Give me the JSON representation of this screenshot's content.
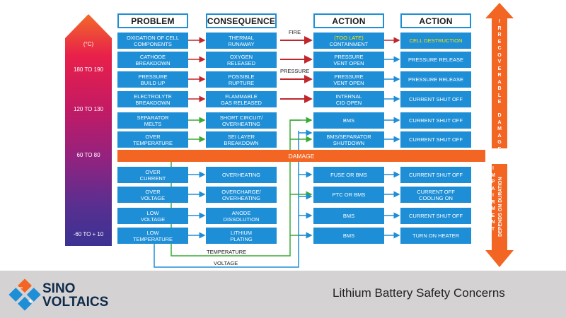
{
  "headers": [
    "PROBLEM",
    "CONSEQUENCE",
    "ACTION",
    "ACTION"
  ],
  "temperature": {
    "unit": "(°C)",
    "ranges": [
      "180 TO 190",
      "120 TO 130",
      "60 TO 80",
      "-60 TO + 10"
    ]
  },
  "rows": [
    {
      "problem": "OXIDATION OF CELL\nCOMPONENTS",
      "consequence": "THERMAL\nRUNAWAY",
      "action1_note": "(TOO LATE)",
      "action1": "CONTAINMENT",
      "action2": "CELL DESTRUCTION"
    },
    {
      "problem": "CATHODE\nBREAKDOWN",
      "consequence": "OXYGEN\nRELEASED",
      "action1": "PRESSURE\nVENT OPEN",
      "action2": "PRESSURE RELEASE"
    },
    {
      "problem": "PRESSURE\nBUILD UP",
      "consequence": "POSSIBLE\nRUPTURE",
      "action1": "PRESSURE\nVENT OPEN",
      "action2": "PRESSURE RELEASE"
    },
    {
      "problem": "ELECTROLYTE\nBREAKDOWN",
      "consequence": "FLAMMABLE\nGAS RELEASED",
      "action1": "INTERNAL\nCID OPEN",
      "action2": "CURRENT SHUT OFF"
    },
    {
      "problem": "SEPARATOR\nMELTS",
      "consequence": "SHORT CIRCUIT/\nOVERHEATING",
      "action1": "BMS",
      "action2": "CURRENT SHUT OFF"
    },
    {
      "problem": "OVER\nTEMPERATURE",
      "consequence": "SEI LAYER\nBREAKDOWN",
      "action1": "BMS/SEPARATOR\nSHUTDOWN",
      "action2": "CURRENT SHUT OFF"
    },
    {
      "problem": "OVER\nCURRENT",
      "consequence": "OVERHEATING",
      "action1": "FUSE OR BMS",
      "action2": "CURRENT SHUT OFF"
    },
    {
      "problem": "OVER\nVOLTAGE",
      "consequence": "OVERCHARGE/\nOVERHEATING",
      "action1": "PTC OR BMS",
      "action2": "CURRENT OFF\nCOOLING ON"
    },
    {
      "problem": "LOW\nVOLTAGE",
      "consequence": "ANODE\nDISSOLUTION",
      "action1": "BMS",
      "action2": "CURRENT SHUT OFF"
    },
    {
      "problem": "LOW\nTEMPERATURE",
      "consequence": "LITHIUM\nPLATING",
      "action1": "BMS",
      "action2": "TURN ON HEATER"
    }
  ],
  "arrow_labels": {
    "fire": "FIRE",
    "pressure": "PRESSURE",
    "temperature": "TEMPERATURE",
    "voltage": "VOLTAGE"
  },
  "damage_label": "DAMAGE",
  "side": {
    "top_letters": [
      "I",
      "R",
      "R",
      "E",
      "C",
      "O",
      "V",
      "E",
      "R",
      "A",
      "B",
      "L",
      "E",
      "",
      "D",
      "A",
      "M",
      "A",
      "G",
      "E"
    ],
    "bottom_letters": [
      "I",
      "M",
      "P",
      "A",
      "I",
      "R",
      "M",
      "E",
      "N",
      "T"
    ],
    "bottom_note": "DEPENDS ON DURATION"
  },
  "footer": {
    "logo_line1": "SINO",
    "logo_line2": "VOLTAICS",
    "title": "Lithium Battery Safety Concerns"
  },
  "colors": {
    "box_blue": "#1e8ed6",
    "arrow_red": "#c0272d",
    "arrow_green": "#3aaa35",
    "line_blue": "#1e8ed6",
    "damage_orange": "#f26522",
    "highlight_yellow": "#ffe600"
  }
}
